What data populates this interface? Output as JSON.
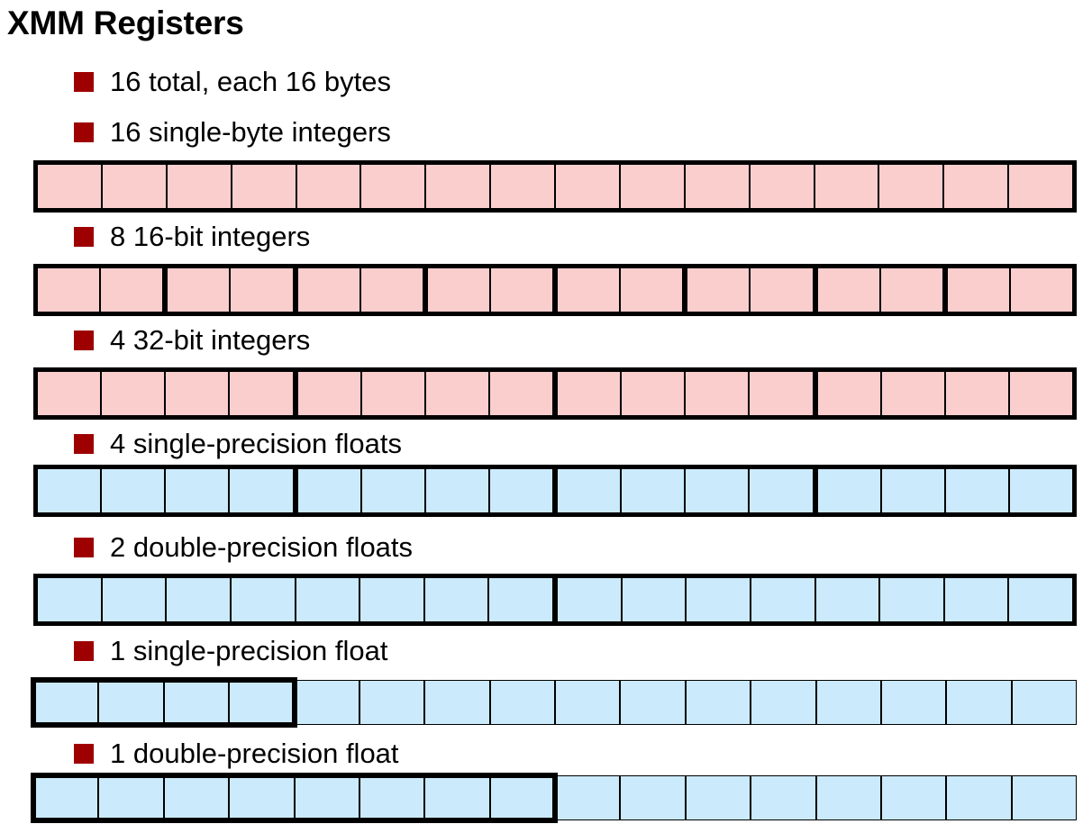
{
  "title": "XMM Registers",
  "colors": {
    "bullet": "#9E0000",
    "integer_cell": "#FBCECE",
    "float_cell": "#CBEAFB",
    "border": "#000000",
    "background": "#FFFFFF"
  },
  "intro_bullets": [
    {
      "label": "16 total, each 16 bytes"
    },
    {
      "label": "16 single-byte integers"
    }
  ],
  "layouts": [
    {
      "id": "single-byte-integers",
      "label": "16 single-byte integers",
      "cell_type": "integer",
      "cells": 16,
      "group_size": 1,
      "element_count": 16,
      "element_bits": 8,
      "frame": "full",
      "highlight_cells": 0
    },
    {
      "id": "16-bit-integers",
      "label": "8 16-bit integers",
      "cell_type": "integer",
      "cells": 16,
      "group_size": 2,
      "element_count": 8,
      "element_bits": 16,
      "frame": "full",
      "highlight_cells": 0
    },
    {
      "id": "32-bit-integers",
      "label": "4 32-bit integers",
      "cell_type": "integer",
      "cells": 16,
      "group_size": 4,
      "element_count": 4,
      "element_bits": 32,
      "frame": "full",
      "highlight_cells": 0
    },
    {
      "id": "single-precision-floats",
      "label": "4 single-precision floats",
      "cell_type": "float",
      "cells": 16,
      "group_size": 4,
      "element_count": 4,
      "element_bits": 32,
      "frame": "full",
      "highlight_cells": 0
    },
    {
      "id": "double-precision-floats",
      "label": "2 double-precision floats",
      "cell_type": "float",
      "cells": 16,
      "group_size": 8,
      "element_count": 2,
      "element_bits": 64,
      "frame": "full",
      "highlight_cells": 0
    },
    {
      "id": "one-single-precision-float",
      "label": "1 single-precision float",
      "cell_type": "float",
      "cells": 16,
      "group_size": 16,
      "element_count": 1,
      "element_bits": 32,
      "frame": "partial",
      "highlight_cells": 4
    },
    {
      "id": "one-double-precision-float",
      "label": "1 double-precision float",
      "cell_type": "float",
      "cells": 16,
      "group_size": 16,
      "element_count": 1,
      "element_bits": 64,
      "frame": "partial",
      "highlight_cells": 8
    }
  ]
}
